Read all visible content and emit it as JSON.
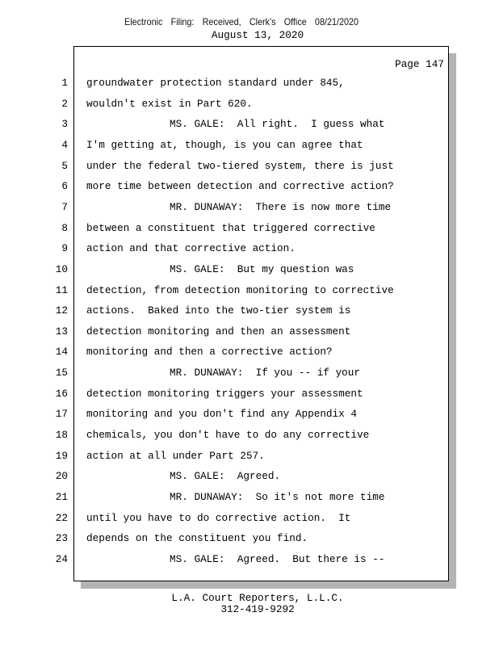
{
  "header": {
    "filing_stamp": "Electronic Filing: Received, Clerk's Office 08/21/2020",
    "date": "August 13, 2020"
  },
  "page_label": "Page 147",
  "lines": [
    {
      "n": "1",
      "text": "groundwater protection standard under 845,",
      "indent": false
    },
    {
      "n": "2",
      "text": "wouldn't exist in Part 620.",
      "indent": false
    },
    {
      "n": "3",
      "text": "MS. GALE:  All right.  I guess what",
      "indent": true
    },
    {
      "n": "4",
      "text": "I'm getting at, though, is you can agree that",
      "indent": false
    },
    {
      "n": "5",
      "text": "under the federal two-tiered system, there is just",
      "indent": false
    },
    {
      "n": "6",
      "text": "more time between detection and corrective action?",
      "indent": false
    },
    {
      "n": "7",
      "text": "MR. DUNAWAY:  There is now more time",
      "indent": true
    },
    {
      "n": "8",
      "text": "between a constituent that triggered corrective",
      "indent": false
    },
    {
      "n": "9",
      "text": "action and that corrective action.",
      "indent": false
    },
    {
      "n": "10",
      "text": "MS. GALE:  But my question was",
      "indent": true
    },
    {
      "n": "11",
      "text": "detection, from detection monitoring to corrective",
      "indent": false
    },
    {
      "n": "12",
      "text": "actions.  Baked into the two-tier system is",
      "indent": false
    },
    {
      "n": "13",
      "text": "detection monitoring and then an assessment",
      "indent": false
    },
    {
      "n": "14",
      "text": "monitoring and then a corrective action?",
      "indent": false
    },
    {
      "n": "15",
      "text": "MR. DUNAWAY:  If you -- if your",
      "indent": true
    },
    {
      "n": "16",
      "text": "detection monitoring triggers your assessment",
      "indent": false
    },
    {
      "n": "17",
      "text": "monitoring and you don't find any Appendix 4",
      "indent": false
    },
    {
      "n": "18",
      "text": "chemicals, you don't have to do any corrective",
      "indent": false
    },
    {
      "n": "19",
      "text": "action at all under Part 257.",
      "indent": false
    },
    {
      "n": "20",
      "text": "MS. GALE:  Agreed.",
      "indent": true
    },
    {
      "n": "21",
      "text": "MR. DUNAWAY:  So it's not more time",
      "indent": true
    },
    {
      "n": "22",
      "text": "until you have to do corrective action.  It",
      "indent": false
    },
    {
      "n": "23",
      "text": "depends on the constituent you find.",
      "indent": false
    },
    {
      "n": "24",
      "text": "MS. GALE:  Agreed.  But there is --",
      "indent": true
    }
  ],
  "footer": {
    "company": "L.A. Court Reporters, L.L.C.",
    "phone": "312-419-9292"
  }
}
